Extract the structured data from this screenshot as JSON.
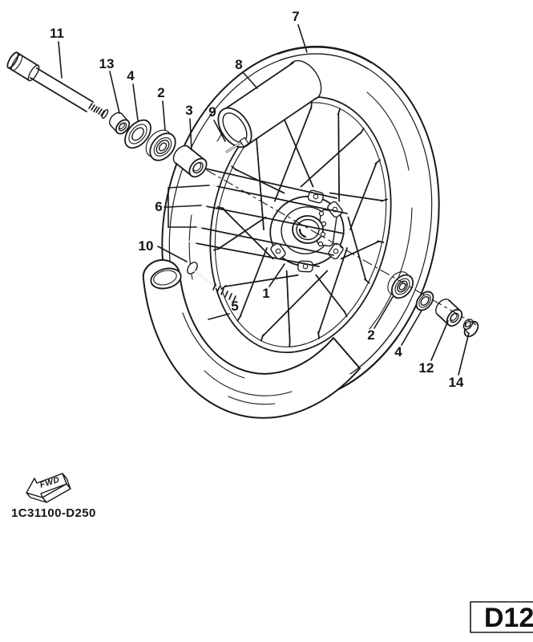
{
  "diagram": {
    "callouts": {
      "c1": "1",
      "c2a": "2",
      "c2b": "2",
      "c3": "3",
      "c4a": "4",
      "c4b": "4",
      "c5": "5",
      "c6": "6",
      "c7": "7",
      "c8": "8",
      "c9": "9",
      "c10": "10",
      "c11": "11",
      "c12": "12",
      "c13": "13",
      "c14": "14"
    },
    "fwd_label": "FWD",
    "drawing_number": "1C31100-D250",
    "page_code": "D12",
    "colors": {
      "ink": "#1a1a1a",
      "paper": "#ffffff"
    }
  }
}
